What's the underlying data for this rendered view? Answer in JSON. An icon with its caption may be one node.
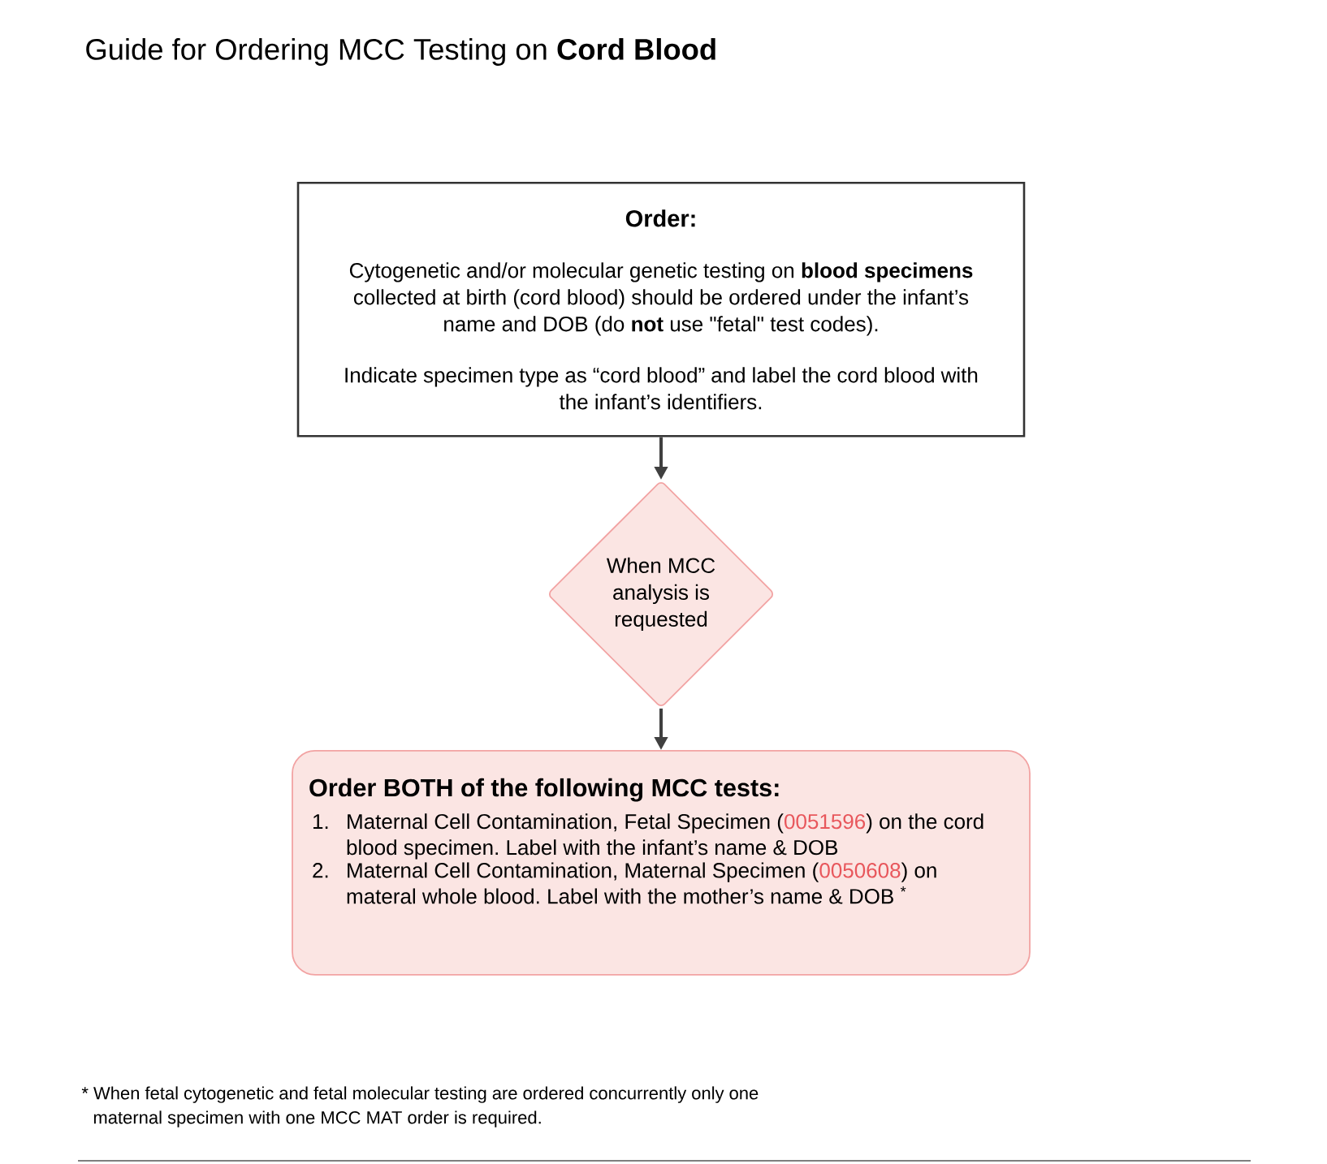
{
  "diagram": {
    "title": "Guide for Ordering MCC Testing on **Cord Blood**",
    "nodes": [
      {
        "text": [
          "Order:",
          "Cytogenetic and/or molecular genetic testing on **blood specimens** collected at birth (cord blood) should be ordered under the infant’s name and DOB (do **not** use \"fetal\" test codes).",
          "Indicate specimen type as “cord blood” and label the cord blood with the infant’s identifiers."
        ]
      },
      {
        "text": [
          "When MCC analysis is requested"
        ]
      },
      {
        "text": [
          "Order BOTH of the following MCC tests:",
          "1.",
          "Maternal Cell Contamination, Fetal Specimen (0051596) on the cord blood specimen. Label with the infant’s name & DOB",
          "2.",
          "Maternal Cell Contamination, Maternal Specimen (0050608) on materal whole blood. Label with the mother’s name & DOB $^{*}$"
        ]
      }
    ],
    "edges": [
      {
        "from": 0,
        "to": 1,
        "arrow": "to"
      },
      {
        "from": 1,
        "to": 2,
        "arrow": "to"
      }
    ],
    "labels": [
      "* When fetal cytogenetic and fetal molecular testing are ordered concurrently only one maternal specimen with one MCC MAT order is required."
    ]
  }
}
